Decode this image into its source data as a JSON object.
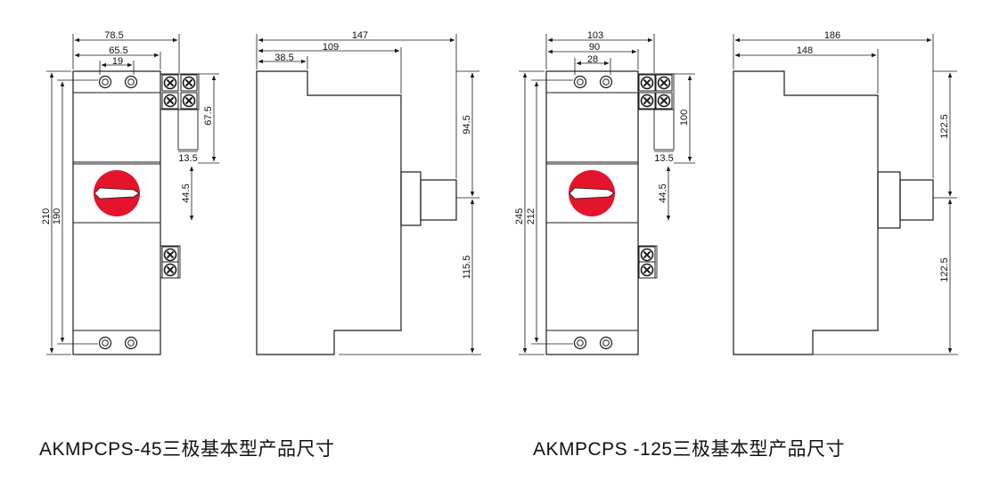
{
  "left_set": {
    "front": {
      "width_overall": "78.5",
      "width_inner": "65.5",
      "hole_spacing": "19",
      "height_overall": "210",
      "height_inner": "190",
      "terminal_height": "67.5",
      "terminal_gap": "13.5",
      "handle_offset": "44.5"
    },
    "side": {
      "depth_overall": "147",
      "depth_body": "109",
      "depth_step": "38.5",
      "upper_height": "94.5",
      "lower_height": "115.5"
    },
    "caption": "AKMPCPS-45三极基本型产品尺寸"
  },
  "right_set": {
    "front": {
      "width_overall": "103",
      "width_inner": "90",
      "hole_spacing": "28",
      "height_overall": "245",
      "height_inner": "212",
      "terminal_height": "100",
      "terminal_gap": "13.5",
      "handle_offset": "44.5"
    },
    "side": {
      "depth_overall": "186",
      "depth_body": "148",
      "upper_height": "122.5",
      "lower_height": "122.5"
    },
    "caption": "AKMPCPS -125三极基本型产品尺寸"
  },
  "colors": {
    "handle": "#e3142b",
    "line": "#1a1a1a",
    "background": "#ffffff"
  },
  "icons": [
    "terminal-screw-icon",
    "mounting-hole-icon",
    "rotary-handle-icon",
    "arrowhead-icon"
  ]
}
